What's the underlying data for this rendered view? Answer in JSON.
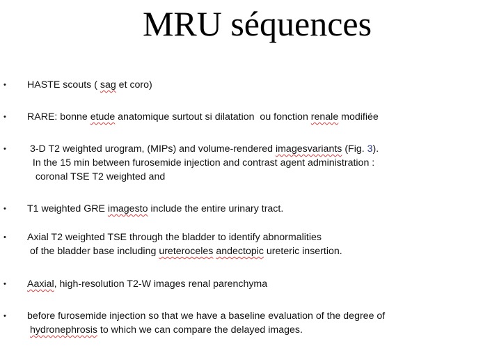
{
  "slide": {
    "title": "MRU séquences",
    "bullet_symbol": "•",
    "b1": {
      "p1": "HASTE scouts ( ",
      "s1": "sag",
      "p2": " et coro)"
    },
    "b2": {
      "p1": "RARE: bonne ",
      "s1": "etude",
      "p2": " anatomique surtout si dilatation  ou fonction ",
      "s2": "renale",
      "p3": " modifiée"
    },
    "b3": {
      "l1a": " 3-D T2 weighted urogram, (MIPs) and volume-rendered ",
      "l1s": "imagesvariants",
      "l1b": " (Fig. ",
      "l1fig": "3",
      "l1c": ").",
      "l2": "  In the 15 min between furosemide injection and contrast agent administration :",
      "l3": "   coronal TSE T2 weighted and"
    },
    "b4": {
      "p1": "T1 weighted GRE ",
      "s1": "imagesto",
      "p2": " include the entire urinary tract."
    },
    "b5": {
      "l1": "Axial T2 weighted TSE through the bladder to identify abnormalities",
      "l2a": " of the bladder base including ",
      "l2s1": "ureteroceles",
      "l2sp": " ",
      "l2s2": "andectopic",
      "l2b": " ureteric insertion."
    },
    "b6": {
      "s1": "Aaxial",
      "p1": ", high-resolution T2-W images renal parenchyma"
    },
    "b7": {
      "l1": "before furosemide injection so that we have a baseline evaluation of the degree of",
      "l2a": " ",
      "l2s": "hydronephrosis",
      "l2b": " to which we can compare the delayed images."
    }
  }
}
